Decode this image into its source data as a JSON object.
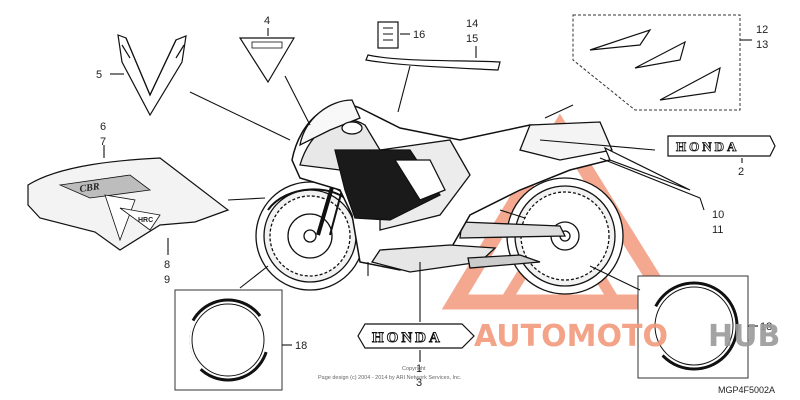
{
  "callouts": {
    "c1": "1",
    "c2": "2",
    "c3": "3",
    "c4": "4",
    "c5": "5",
    "c6": "6",
    "c7": "7",
    "c8": "8",
    "c9": "9",
    "c10": "10",
    "c11": "11",
    "c12": "12",
    "c13": "13",
    "c14": "14",
    "c15": "15",
    "c16": "16",
    "c18a": "18",
    "c18b": "18"
  },
  "decals": {
    "honda_right": "HONDA",
    "honda_bottom": "HONDA",
    "fairing_logo": "CBR",
    "hrc_logo": "HRC"
  },
  "watermark": {
    "part1": "AUTOMOTO",
    "part2": "HUB",
    "color_main": "#f29a7c",
    "color_hub": "#9a9a9a"
  },
  "copyright": {
    "line1": "Copyright",
    "line2": "Page design (c) 2004 - 2014 by ARI Network Services, Inc."
  },
  "diagram_code": "MGP4F5002A"
}
